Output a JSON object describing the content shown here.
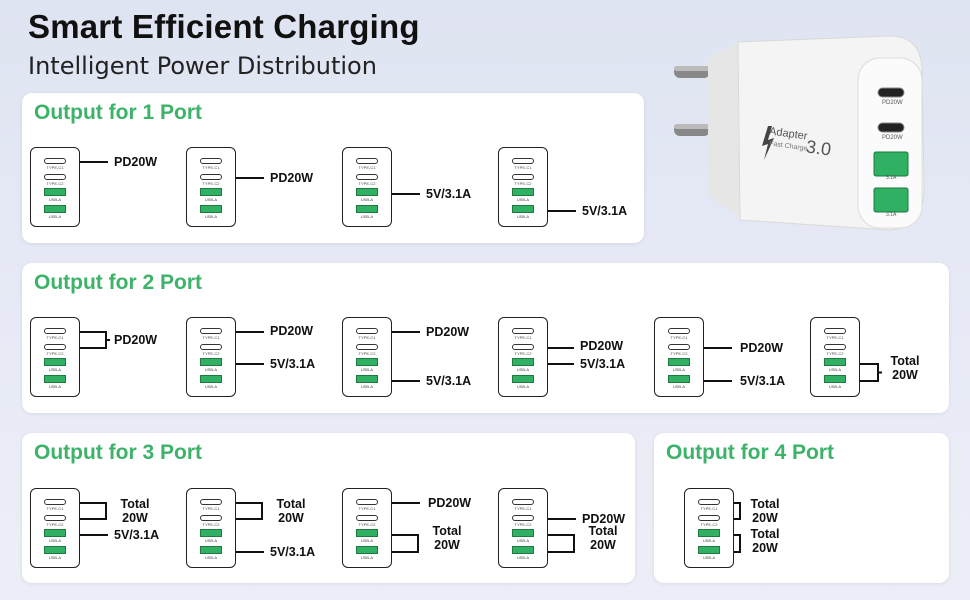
{
  "header": {
    "title": "Smart Efficient Charging",
    "subtitle": "Intelligent Power Distribution"
  },
  "colors": {
    "accent_green": "#3db36a",
    "usb_a_green": "#2fb062",
    "panel_bg": "#ffffff",
    "page_bg": "#e4e8f4"
  },
  "port_labels": {
    "c1": "TYPE-C1",
    "c2": "TYPE-C2",
    "a": "USB-A"
  },
  "device": {
    "brand_text": "Adapter",
    "sub_text": "Fast Charge",
    "version": "3.0",
    "port_c_label": "PD20W",
    "port_a_label": "3.1A"
  },
  "panels": {
    "p1": {
      "title": "Output for 1 Port",
      "chargers": [
        {
          "label": "PD20W"
        },
        {
          "label": "PD20W"
        },
        {
          "label": "5V/3.1A"
        },
        {
          "label": "5V/3.1A"
        }
      ]
    },
    "p2": {
      "title": "Output for 2 Port",
      "chargers": [
        {
          "label": "PD20W"
        },
        {
          "label_top": "PD20W",
          "label_bottom": "5V/3.1A"
        },
        {
          "label_top": "PD20W",
          "label_bottom": "5V/3.1A"
        },
        {
          "label_top": "PD20W",
          "label_bottom": "5V/3.1A"
        },
        {
          "label_top": "PD20W",
          "label_bottom": "5V/3.1A"
        },
        {
          "label_line1": "Total",
          "label_line2": "20W"
        }
      ]
    },
    "p3": {
      "title": "Output for 3 Port",
      "chargers": [
        {
          "total_line1": "Total",
          "total_line2": "20W",
          "label_bottom": "5V/3.1A"
        },
        {
          "total_line1": "Total",
          "total_line2": "20W",
          "label_bottom": "5V/3.1A"
        },
        {
          "label_top": "PD20W",
          "total_line1": "Total",
          "total_line2": "20W"
        },
        {
          "label_top": "PD20W",
          "total_line1": "Total",
          "total_line2": "20W"
        }
      ]
    },
    "p4": {
      "title": "Output for 4 Port",
      "chargers": [
        {
          "top_line1": "Total",
          "top_line2": "20W",
          "bottom_line1": "Total",
          "bottom_line2": "20W"
        }
      ]
    }
  }
}
